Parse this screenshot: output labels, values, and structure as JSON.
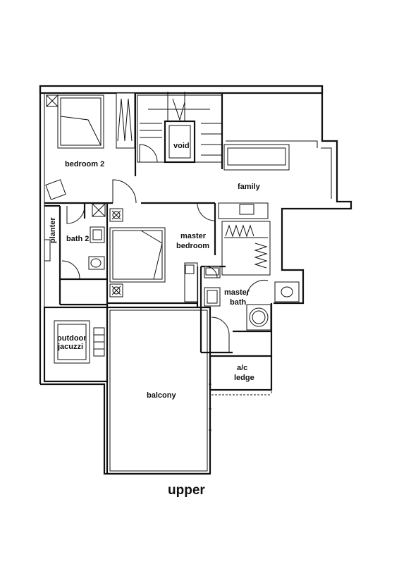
{
  "plan": {
    "title": "upper",
    "rooms": {
      "bedroom_2": "bedroom 2",
      "void": "void",
      "family": "family",
      "planter": "planter",
      "bath_2": "bath 2",
      "master_bedroom_line1": "master",
      "master_bedroom_line2": "bedroom",
      "master_bath_line1": "master",
      "master_bath_line2": "bath",
      "outdoor_jacuzzi_line1": "outdoor",
      "outdoor_jacuzzi_line2": "jacuzzi",
      "ac_ledge_line1": "a/c",
      "ac_ledge_line2": "ledge",
      "balcony": "balcony"
    }
  }
}
